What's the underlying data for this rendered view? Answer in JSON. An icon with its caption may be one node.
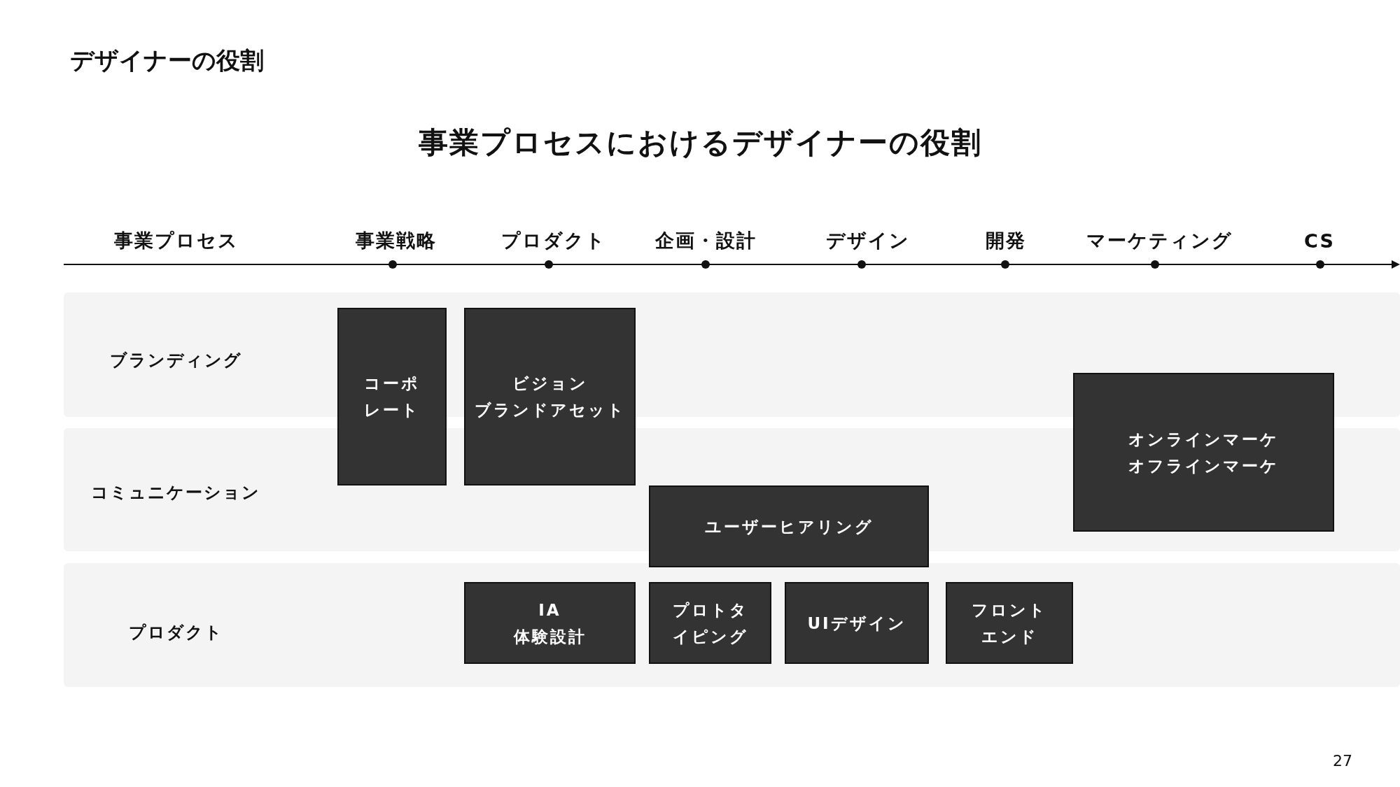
{
  "diagram": {
    "title": "デザイナーの役割",
    "nodes": [
      {
        "text": [
          "ブランディング"
        ]
      },
      {
        "text": [
          "コミュニケーション"
        ]
      },
      {
        "text": [
          "プロダクト"
        ]
      },
      {
        "text": [
          "コーポレート"
        ]
      },
      {
        "text": [
          "ビジョン",
          "ブランドアセット"
        ]
      },
      {
        "text": [
          "オンラインマーケ",
          "オフラインマーケ"
        ]
      },
      {
        "text": [
          "ユーザーヒアリング"
        ]
      },
      {
        "text": [
          "IA",
          "体験設計"
        ],
        "in": 2
      },
      {
        "text": [
          "プロトタイピング"
        ],
        "in": 2
      },
      {
        "text": [
          "UIデザイン"
        ],
        "in": 2
      },
      {
        "text": [
          "フロントエンド"
        ],
        "in": 2
      }
    ],
    "edges": [],
    "labels": [
      "事業プロセスにおけるデザイナーの役割",
      "事業プロセス",
      "事業戦略",
      "プロダクト",
      "企画・設計",
      "デザイン",
      "開発",
      "マーケティング",
      "CS",
      "27"
    ]
  }
}
